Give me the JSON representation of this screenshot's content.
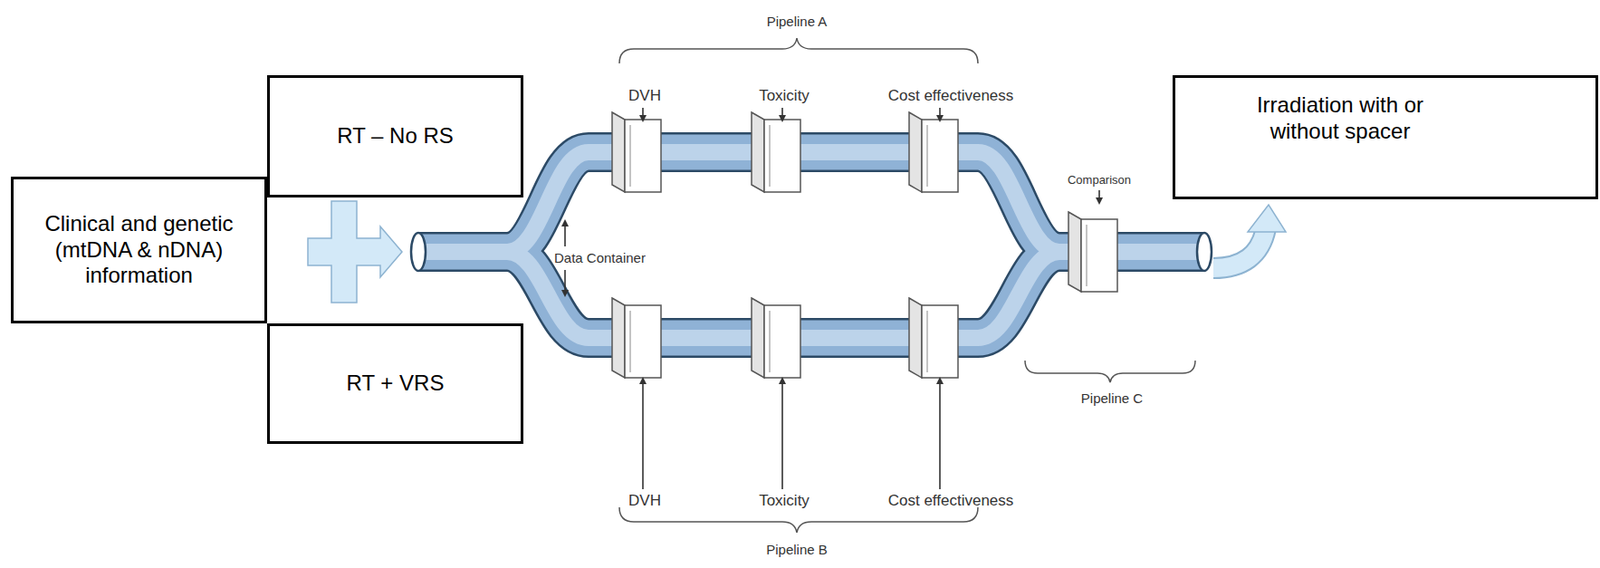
{
  "diagram": {
    "nodes": [
      {
        "text": [
          "RT – No RS"
        ]
      },
      {
        "text": [
          "Clinical and genetic (mtDNA & nDNA) information"
        ]
      },
      {
        "text": [
          "RT + VRS"
        ]
      },
      {
        "text": [
          "Irradiation with or without spacer"
        ]
      }
    ],
    "labels": [
      "Pipeline A",
      "DVH",
      "Toxicity",
      "Cost effectiveness",
      "Data Container",
      "DVH",
      "Toxicity",
      "Cost effectiveness",
      "Pipeline B",
      "Comparison",
      "Pipeline C"
    ]
  }
}
